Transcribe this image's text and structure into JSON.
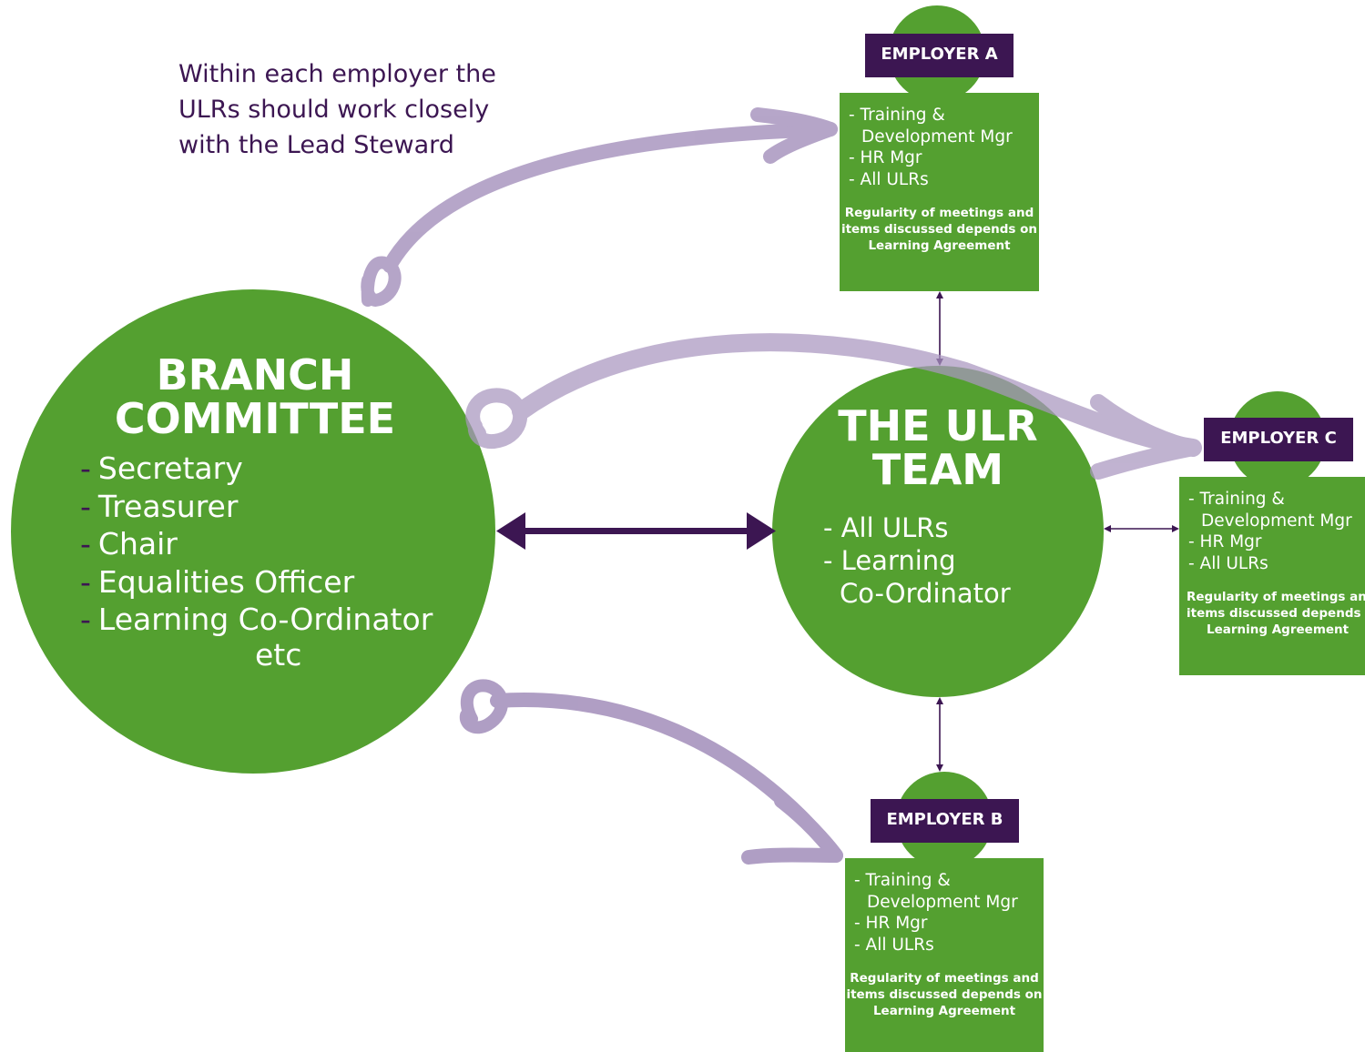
{
  "note": {
    "lines": [
      "Within each employer the",
      "ULRs should work closely",
      "with the Lead Steward"
    ]
  },
  "branch": {
    "title_lines": [
      "BRANCH",
      "COMMITTEE"
    ],
    "items": [
      "Secretary",
      "Treasurer",
      "Chair",
      "Equalities Officer",
      "Learning Co-Ordinator"
    ],
    "dash": "-",
    "etc": "etc"
  },
  "ulr_team": {
    "title_lines": [
      "THE ULR",
      "TEAM"
    ],
    "items": [
      "- All ULRs",
      "- Learning",
      "Co-Ordinator"
    ]
  },
  "employers": {
    "a": {
      "label": "EMPLOYER A",
      "items": [
        "- Training &",
        "Development Mgr",
        "- HR Mgr",
        "- All ULRs"
      ],
      "note_lines": [
        "Regularity of meetings and",
        "items discussed depends on",
        "Learning Agreement"
      ]
    },
    "b": {
      "label": "EMPLOYER B",
      "items": [
        "- Training &",
        "Development Mgr",
        "- HR Mgr",
        "- All ULRs"
      ],
      "note_lines": [
        "Regularity of meetings and",
        "items discussed depends on",
        "Learning Agreement"
      ]
    },
    "c": {
      "label": "EMPLOYER C",
      "items": [
        "- Training &",
        "Development Mgr",
        "- HR Mgr",
        "- All ULRs"
      ],
      "note_lines": [
        "Regularity of meetings and",
        "items discussed depends on",
        "Learning Agreement"
      ]
    }
  },
  "colors": {
    "green": "#54a030",
    "purple": "#3c1652",
    "lavender": "#a996bf"
  }
}
